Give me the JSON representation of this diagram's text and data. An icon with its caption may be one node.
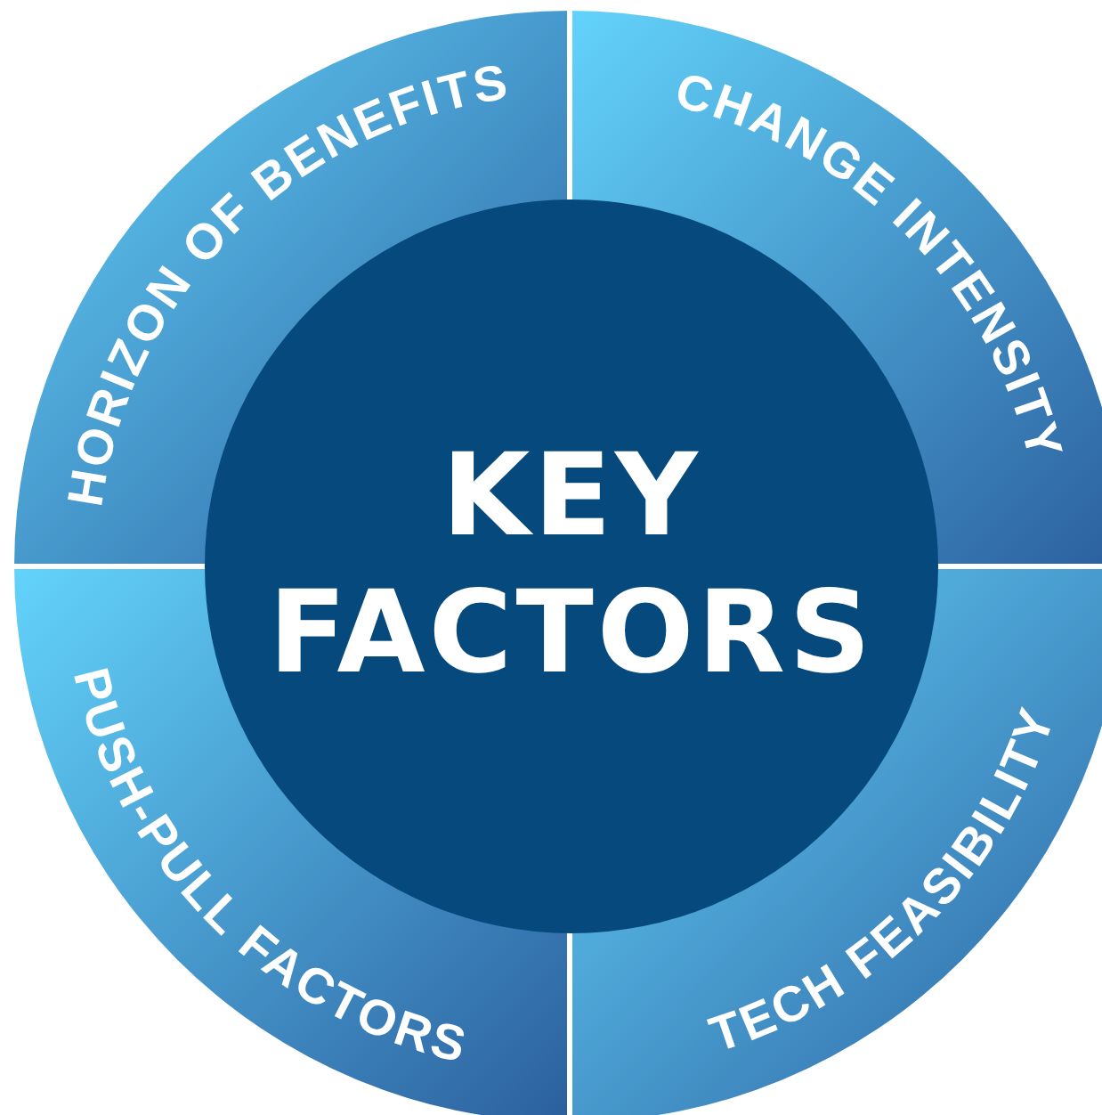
{
  "diagram": {
    "nodes": [
      {
        "text": [
          "KEY FACTORS"
        ]
      },
      {
        "text": [
          "HORIZON OF BENEFITS"
        ]
      },
      {
        "text": [
          "CHANGE INTENSITY"
        ]
      },
      {
        "text": [
          "TECH FEASIBILITY"
        ]
      },
      {
        "text": [
          "PUSH-PULL FACTORS"
        ]
      }
    ]
  }
}
